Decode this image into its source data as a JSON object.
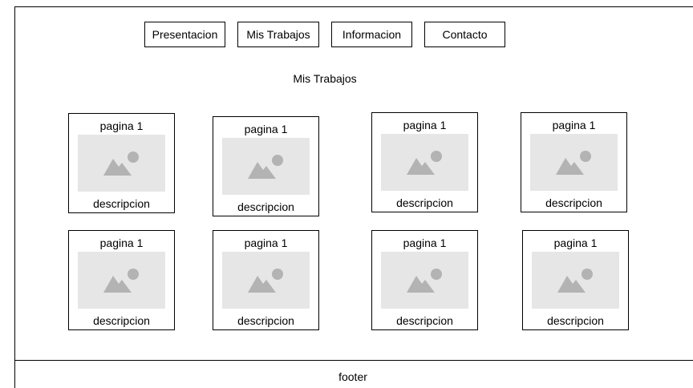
{
  "nav": {
    "items": [
      {
        "label": "Presentacion"
      },
      {
        "label": "Mis Trabajos"
      },
      {
        "label": "Informacion"
      },
      {
        "label": "Contacto"
      }
    ]
  },
  "main": {
    "section_title": "Mis Trabajos",
    "cards": [
      {
        "title": "pagina 1",
        "image_icon": "image-placeholder-icon",
        "description": "descripcion"
      },
      {
        "title": "pagina 1",
        "image_icon": "image-placeholder-icon",
        "description": "descripcion"
      },
      {
        "title": "pagina 1",
        "image_icon": "image-placeholder-icon",
        "description": "descripcion"
      },
      {
        "title": "pagina 1",
        "image_icon": "image-placeholder-icon",
        "description": "descripcion"
      },
      {
        "title": "pagina 1",
        "image_icon": "image-placeholder-icon",
        "description": "descripcion"
      },
      {
        "title": "pagina 1",
        "image_icon": "image-placeholder-icon",
        "description": "descripcion"
      },
      {
        "title": "pagina 1",
        "image_icon": "image-placeholder-icon",
        "description": "descripcion"
      },
      {
        "title": "pagina 1",
        "image_icon": "image-placeholder-icon",
        "description": "descripcion"
      }
    ]
  },
  "footer": {
    "label": "footer"
  },
  "colors": {
    "border": "#000000",
    "placeholder_bg": "#e6e6e6",
    "placeholder_icon": "#b3b3b3"
  }
}
